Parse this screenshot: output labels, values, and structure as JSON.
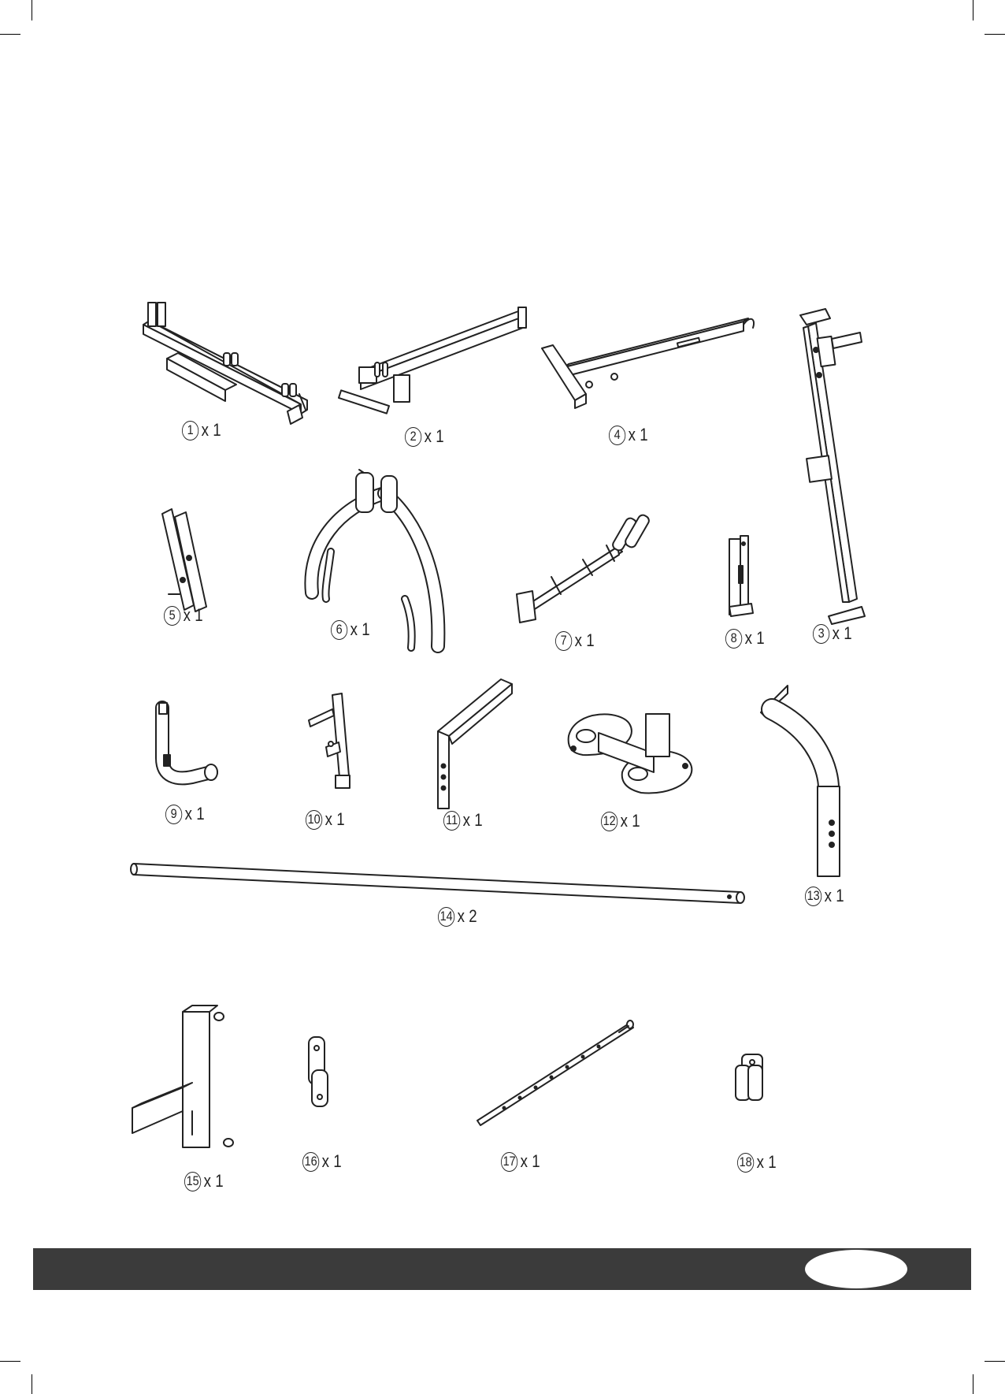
{
  "parts": [
    {
      "number": "1",
      "qty": "x 1"
    },
    {
      "number": "2",
      "qty": "x 1"
    },
    {
      "number": "4",
      "qty": "x 1"
    },
    {
      "number": "3",
      "qty": "x 1"
    },
    {
      "number": "5",
      "qty": "x 1"
    },
    {
      "number": "6",
      "qty": "x 1"
    },
    {
      "number": "7",
      "qty": "x 1"
    },
    {
      "number": "8",
      "qty": "x 1"
    },
    {
      "number": "9",
      "qty": "x 1"
    },
    {
      "number": "10",
      "qty": "x 1"
    },
    {
      "number": "11",
      "qty": "x 1"
    },
    {
      "number": "12",
      "qty": "x 1"
    },
    {
      "number": "13",
      "qty": "x 1"
    },
    {
      "number": "14",
      "qty": "x 2"
    },
    {
      "number": "15",
      "qty": "x 1"
    },
    {
      "number": "16",
      "qty": "x 1"
    },
    {
      "number": "17",
      "qty": "x 1"
    },
    {
      "number": "18",
      "qty": "x 1"
    }
  ],
  "colors": {
    "line": "#222222",
    "footer": "#3b3b3b",
    "background": "#ffffff"
  }
}
